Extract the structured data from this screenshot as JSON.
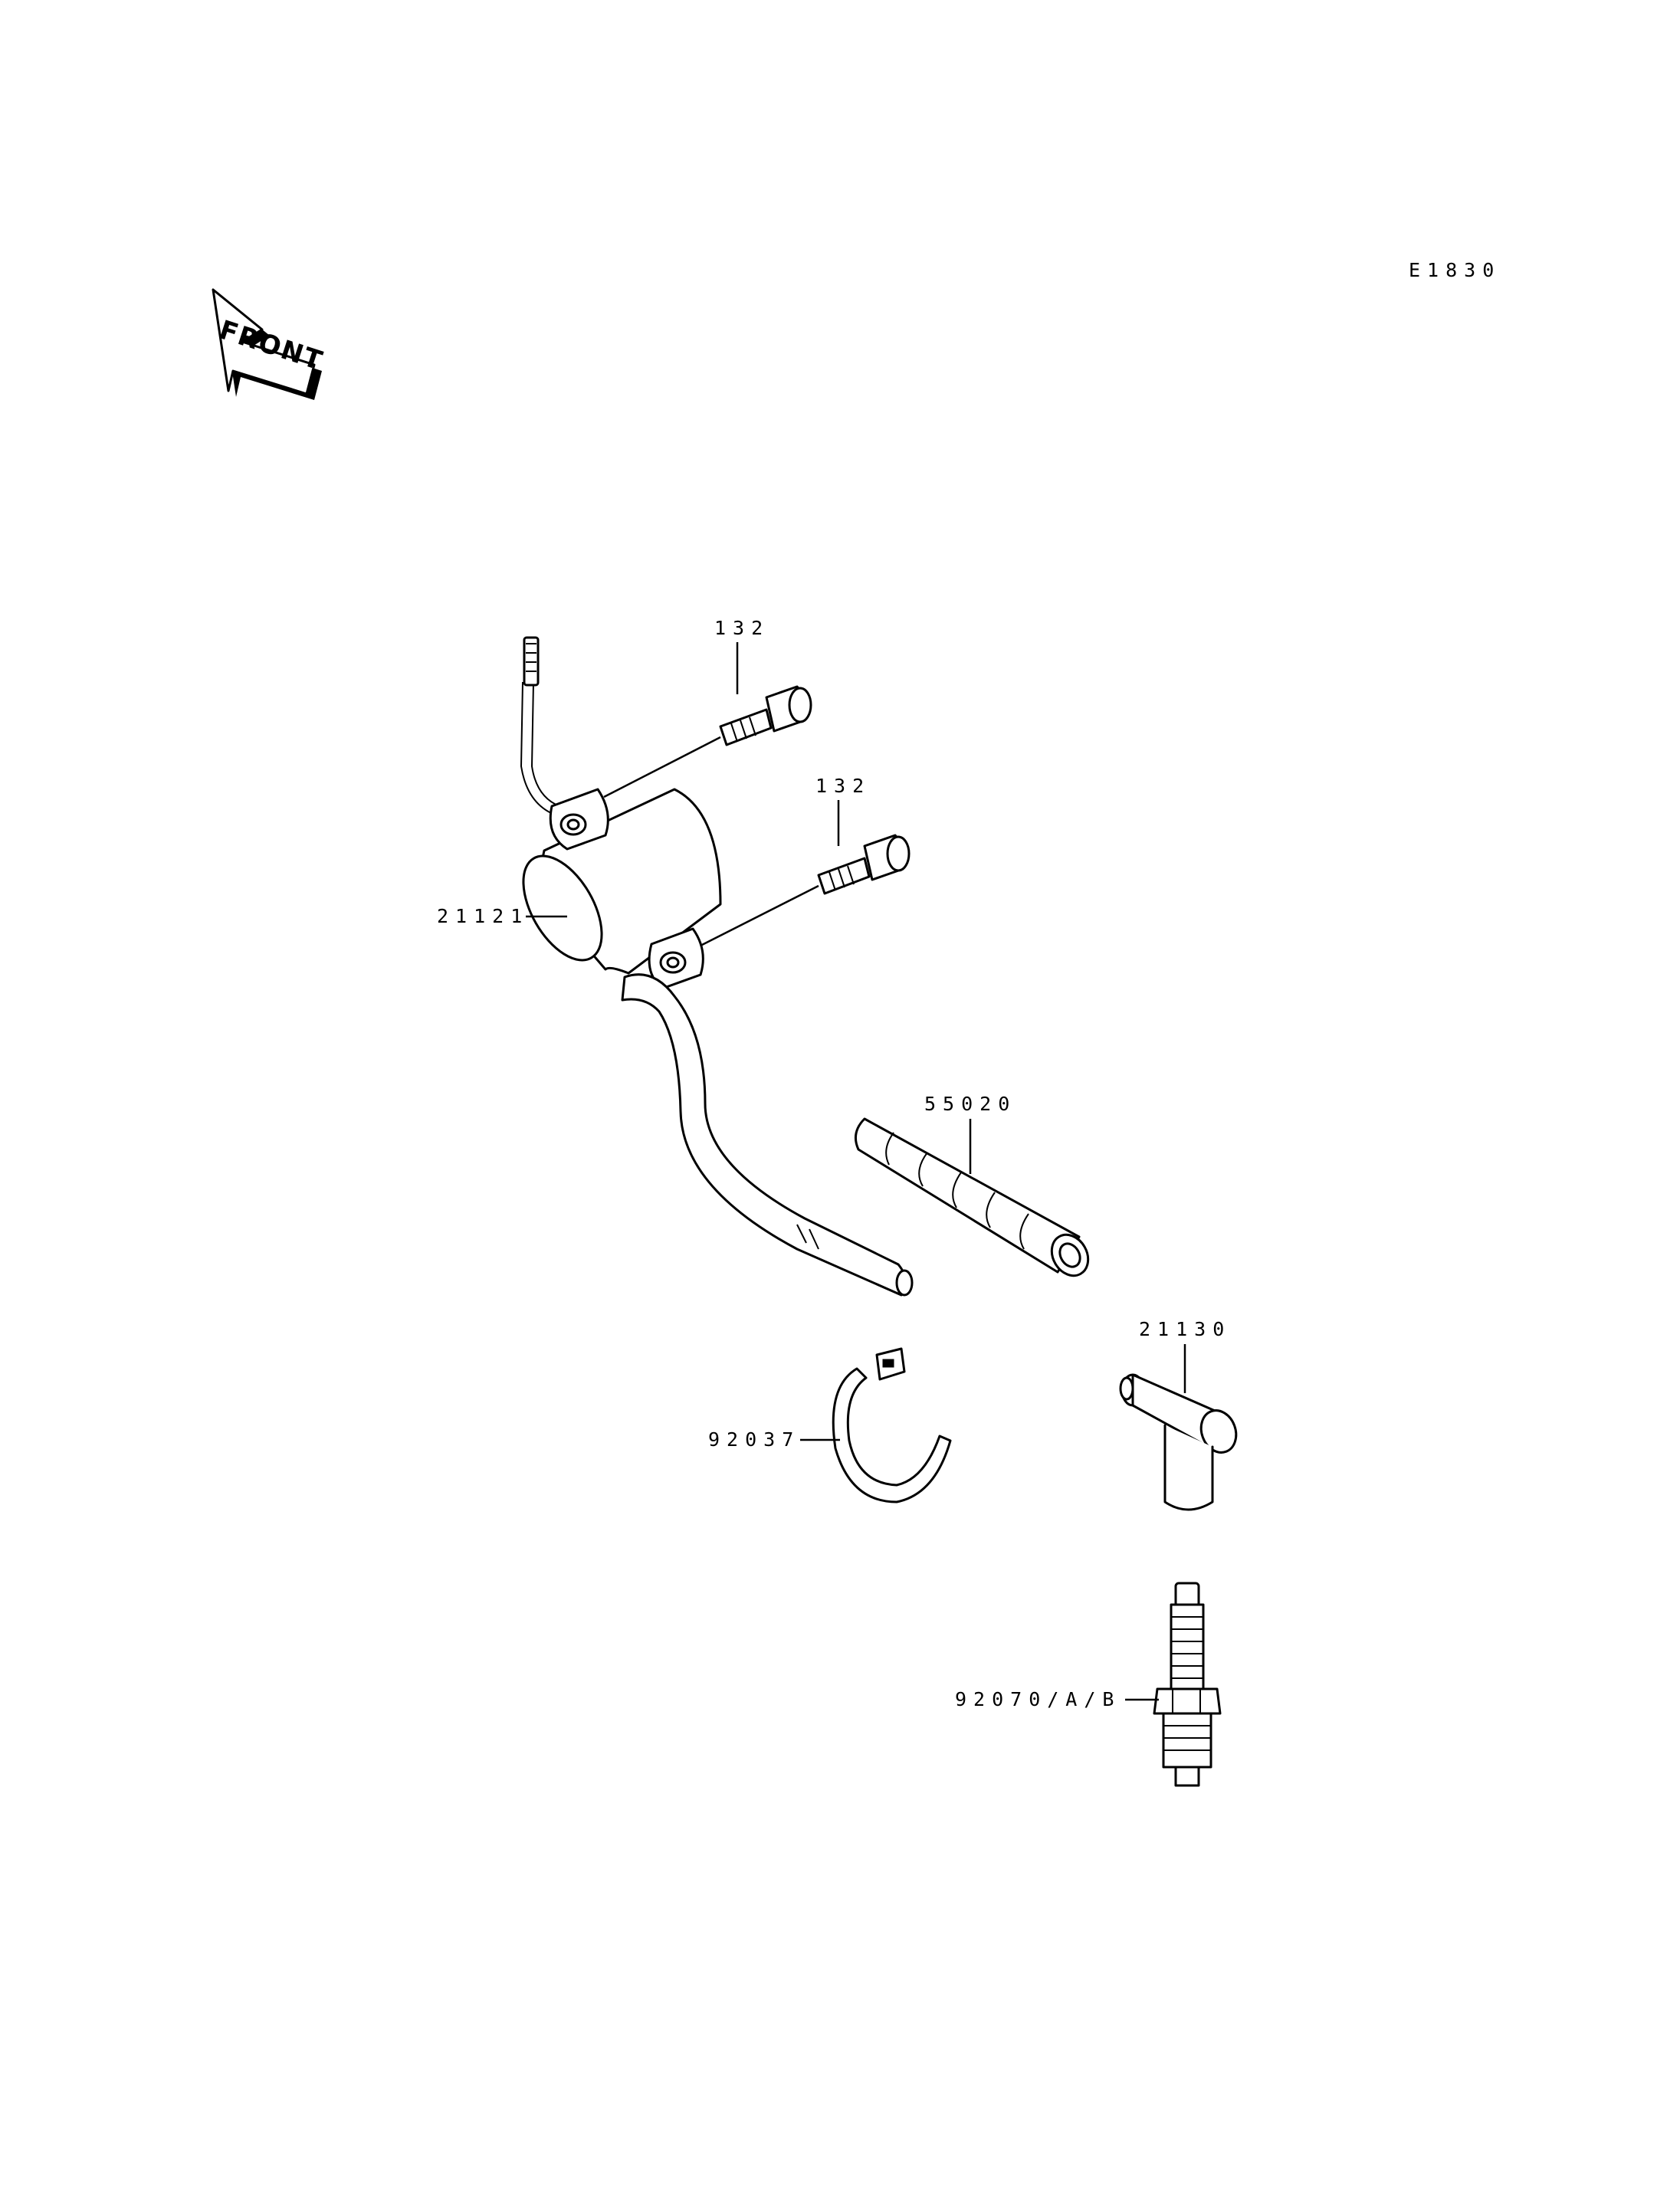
{
  "drawing_code": "E1830",
  "front_indicator": "FRONT",
  "parts": {
    "bolt_upper": "132",
    "bolt_lower": "132",
    "ignition_coil": "21121",
    "protector_tube": "55020",
    "spark_plug_cap": "21130",
    "clamp_band": "92037",
    "spark_plug": "92070/A/B"
  }
}
